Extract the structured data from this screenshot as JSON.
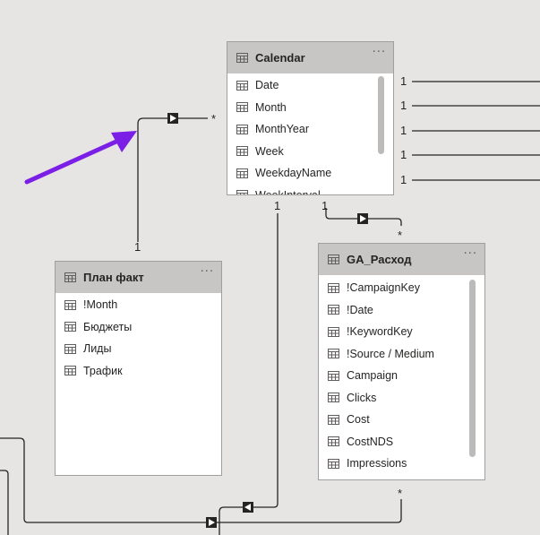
{
  "tables": {
    "calendar": {
      "title": "Calendar",
      "more": "···",
      "fields": [
        "Date",
        "Month",
        "MonthYear",
        "Week",
        "WeekdayName",
        "WeekInterval"
      ]
    },
    "plan": {
      "title": "План факт",
      "more": "···",
      "fields": [
        "!Month",
        "Бюджеты",
        "Лиды",
        "Трафик"
      ]
    },
    "ga": {
      "title": "GA_Расход",
      "more": "···",
      "fields": [
        "!CampaignKey",
        "!Date",
        "!KeywordKey",
        "!Source / Medium",
        "Campaign",
        "Clicks",
        "Cost",
        "CostNDS",
        "Impressions"
      ]
    }
  },
  "relationships": {
    "one": "1",
    "many": "*"
  },
  "colors": {
    "background": "#e6e5e4",
    "header": "#c8c6c4",
    "arrow": "#7b1fe6",
    "line": "#252423"
  }
}
